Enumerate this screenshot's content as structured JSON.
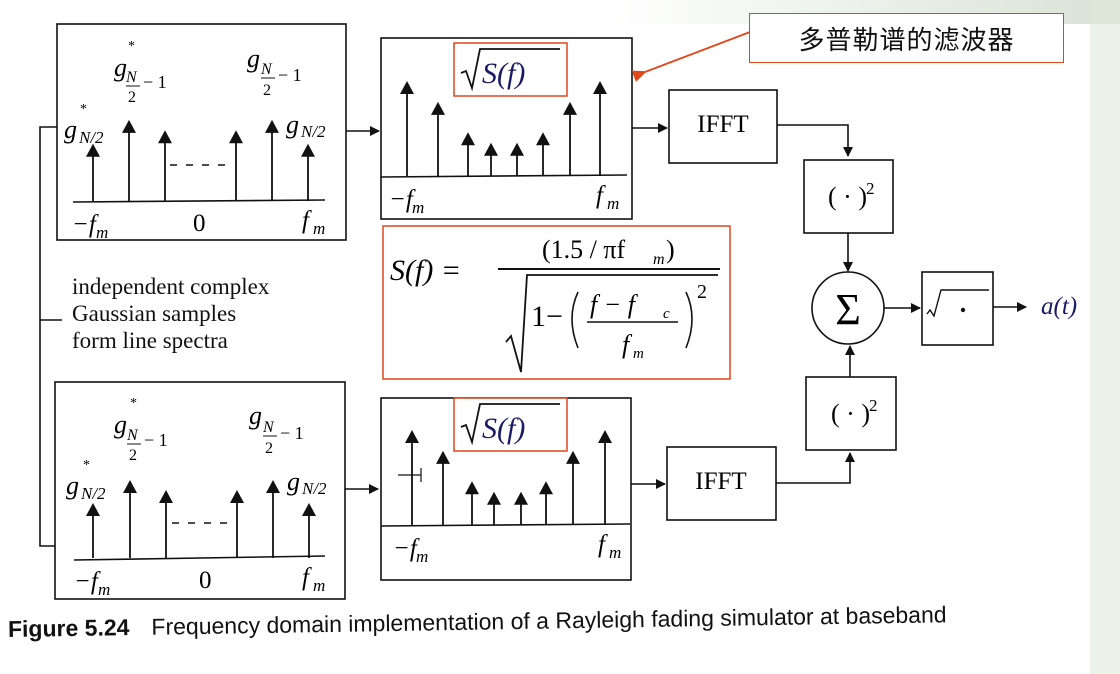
{
  "callout": {
    "text": "多普勒谱的滤波器",
    "accent_color": "#e2471c"
  },
  "spectrum_top": {
    "labels": {
      "conj_half": "g",
      "conj_half_sub": "N/2",
      "conj_minus1": "g",
      "conj_minus1_sub_num": "N",
      "conj_minus1_sub_den": "2",
      "conj_minus1_tail": "− 1",
      "pos_minus1": "g",
      "pos_minus1_sub_num": "N",
      "pos_minus1_sub_den": "2",
      "pos_minus1_tail": "− 1",
      "pos_half": "g",
      "pos_half_sub": "N/2",
      "star": "*",
      "axis_left": "−f",
      "axis_left_sub": "m",
      "axis_zero": "0",
      "axis_right": "f",
      "axis_right_sub": "m"
    },
    "line_heights": [
      0.55,
      0.78,
      0.68,
      0.68,
      0.78,
      0.55
    ]
  },
  "spectrum_bottom": {
    "line_heights": [
      0.55,
      0.78,
      0.68,
      0.68,
      0.78,
      0.55
    ]
  },
  "filter": {
    "label": "S(f)",
    "axis_left": "−f",
    "axis_left_sub": "m",
    "axis_right": "f",
    "axis_right_sub": "m",
    "line_heights": [
      1.0,
      0.78,
      0.46,
      0.35,
      0.35,
      0.46,
      0.78,
      1.0
    ]
  },
  "formula": {
    "lhs": "S(f) =",
    "numerator": "(1.5 / πf",
    "numerator_sub": "m",
    "numerator_close": ")",
    "one_minus": "1−",
    "inner_num": "f − f",
    "inner_num_sub": "c",
    "inner_den": "f",
    "inner_den_sub": "m",
    "exponent": "2"
  },
  "blocks": {
    "ifft_top": "IFFT",
    "ifft_bottom": "IFFT",
    "square_top": "( · )",
    "square_bottom": "( · )",
    "square_exp": "2",
    "sum": "Σ",
    "sqrt_dot": "·",
    "output": "a(t)"
  },
  "notes": {
    "lines": [
      "independent complex",
      "Gaussian samples",
      "form line spectra"
    ]
  },
  "caption": {
    "figure_number": "Figure 5.24",
    "text": "Frequency domain implementation of a Rayleigh fading simulator at baseband"
  }
}
